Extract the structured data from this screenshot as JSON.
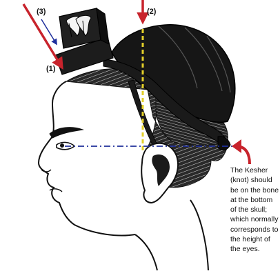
{
  "labels": {
    "one": "(1)",
    "two": "(2)",
    "three": "(3)"
  },
  "caption": "The Kesher (knot) should be on the bone at the bottom of the skull; which normally corresponds to the height of the eyes.",
  "colors": {
    "red_arrow": "#c8232c",
    "blue_arrow": "#1d2e9c",
    "yellow_line": "#e3cf2a",
    "eye_line": "#1f2f9a",
    "ink": "#111111",
    "hair": "#1b1b1b",
    "strap": "#1a1a1a",
    "paper": "#ffffff"
  },
  "icons": {
    "arrow_1": "red-arrow-icon",
    "arrow_2": "red-arrow-icon",
    "arrow_3": "blue-arrow-icon",
    "knot_arrow": "curved-red-arrow-icon"
  }
}
